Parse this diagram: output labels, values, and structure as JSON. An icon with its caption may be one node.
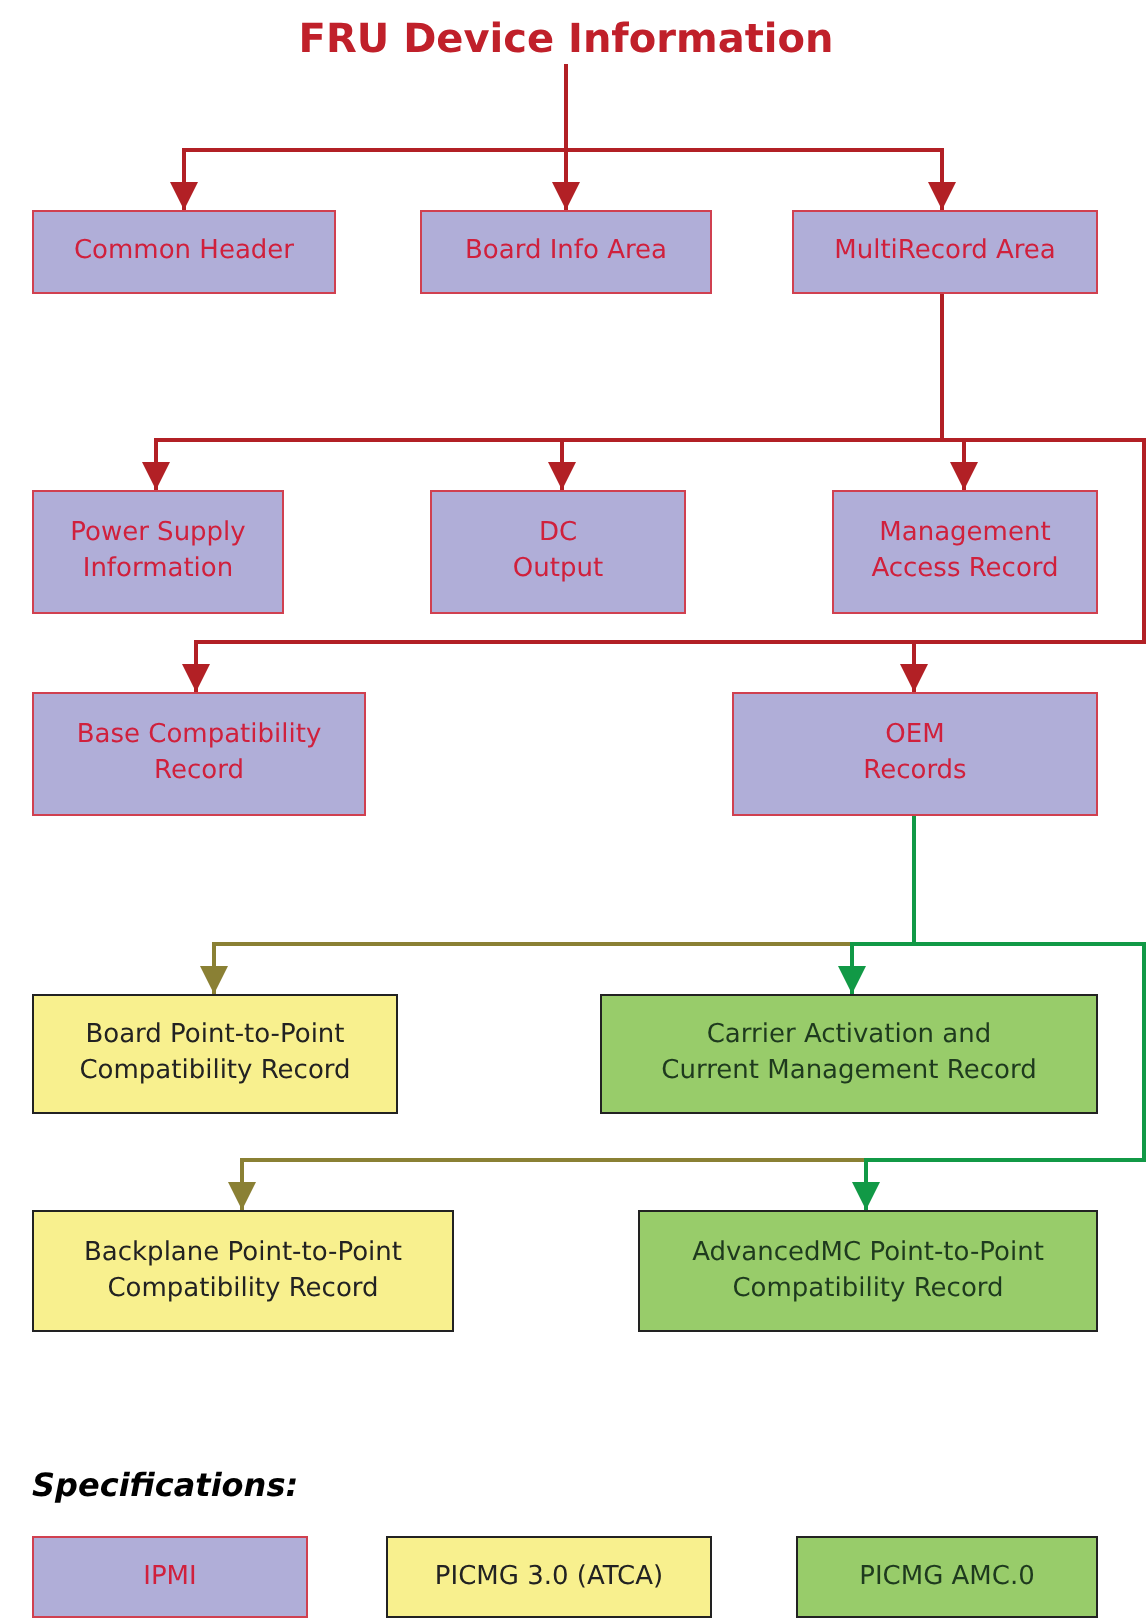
{
  "diagram": {
    "nodes": [
      {
        "text": [
          "FRU Device Information"
        ]
      },
      {
        "text": [
          "Common Header"
        ]
      },
      {
        "text": [
          "Board Info Area"
        ]
      },
      {
        "text": [
          "MultiRecord Area"
        ]
      },
      {
        "text": [
          "Power Supply Information"
        ]
      },
      {
        "text": [
          "DC Output"
        ]
      },
      {
        "text": [
          "Management Access Record"
        ]
      },
      {
        "text": [
          "Base Compatibility Record"
        ]
      },
      {
        "text": [
          "OEM Records"
        ]
      },
      {
        "text": [
          "Board Point-to-Point Compatibility Record"
        ]
      },
      {
        "text": [
          "Carrier Activation and Current Management Record"
        ]
      },
      {
        "text": [
          "Backplane Point-to-Point Compatibility Record"
        ]
      },
      {
        "text": [
          "AdvancedMC Point-to-Point Compatibility Record"
        ]
      }
    ],
    "edges": [
      {
        "from": 0,
        "to": 1,
        "arrow": "to"
      },
      {
        "from": 0,
        "to": 2,
        "arrow": "to"
      },
      {
        "from": 0,
        "to": 3,
        "arrow": "to"
      },
      {
        "from": 3,
        "to": 4,
        "arrow": "to"
      },
      {
        "from": 3,
        "to": 5,
        "arrow": "to"
      },
      {
        "from": 3,
        "to": 6,
        "arrow": "to"
      },
      {
        "from": 3,
        "to": 7,
        "arrow": "to"
      },
      {
        "from": 3,
        "to": 8,
        "arrow": "to"
      },
      {
        "from": 8,
        "to": 9,
        "arrow": "to",
        "color": "#8a8034"
      },
      {
        "from": 8,
        "to": 11,
        "arrow": "to",
        "color": "#8a8034"
      },
      {
        "from": 8,
        "to": 10,
        "arrow": "to",
        "color": "#119946"
      },
      {
        "from": 8,
        "to": 12,
        "arrow": "to",
        "color": "#119946"
      }
    ],
    "labels": [
      "Specifications:"
    ],
    "legend": [
      {
        "text": "IPMI",
        "color": "#b0aed8"
      },
      {
        "text": "PICMG 3.0 (ATCA)",
        "color": "#f8f08e"
      },
      {
        "text": "PICMG AMC.0",
        "color": "#98cc6a"
      }
    ]
  }
}
